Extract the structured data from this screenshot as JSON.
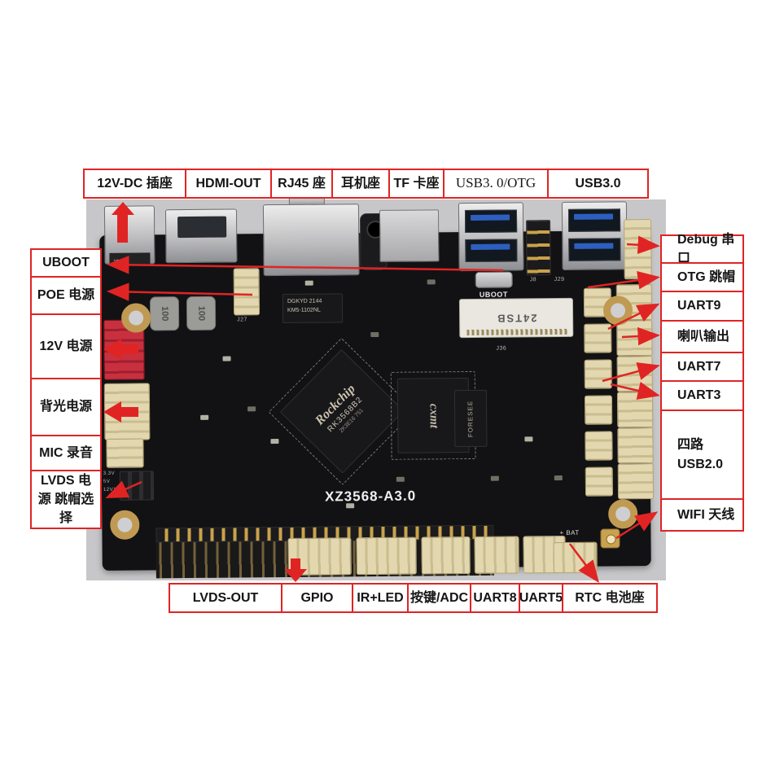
{
  "figure": {
    "description_model": "XZ3568-A3.0"
  },
  "labels": {
    "top": [
      "12V-DC 插座",
      "HDMI-OUT",
      "RJ45 座",
      "耳机座",
      "TF 卡座",
      "USB3. 0/OTG",
      "USB3.0"
    ],
    "left": [
      "UBOOT",
      "POE 电源",
      "12V 电源",
      "背光电源",
      "MIC 录音",
      "LVDS 电源 跳帽选择"
    ],
    "right": [
      "Debug 串口",
      "OTG 跳帽",
      "UART9",
      "喇叭输出",
      "UART7",
      "UART3",
      "四路 USB2.0",
      "WIFI 天线"
    ],
    "bottom": [
      "LVDS-OUT",
      "GPIO",
      "IR+LED",
      "按键/ADC",
      "UART8",
      "UART5",
      "RTC 电池座"
    ]
  },
  "board": {
    "model": "XZ3568-A3.0",
    "cpu_brand": "Rockchip",
    "cpu_model": "RK3568B2",
    "cpu_lot": "2K3E16 751",
    "ram_chip": "cxmt",
    "emmc_chip": "FORESEE",
    "eth_transformer_line1": "DGKYD 2144",
    "eth_transformer_line2": "KM5-1102NL",
    "inductor": "100",
    "msata_label": "24TSB",
    "uboot_silkscreen": "UBOOT",
    "bat_silkscreen": "+ BAT",
    "jumper_v1": "3.3V",
    "jumper_v2": "5V",
    "jumper_v3": "12V1",
    "ref_j5": "J5",
    "ref_j27": "J27",
    "ref_j36": "J36",
    "ref_j8": "J8",
    "ref_j29": "J29"
  },
  "colors": {
    "annotation_red": "#e02424",
    "pcb_black": "#121214",
    "photo_gray": "#c7c7ca",
    "connector_beige": "#e2d7ae",
    "usb_blue": "#2d5fc0",
    "power_red": "#c9303f"
  }
}
